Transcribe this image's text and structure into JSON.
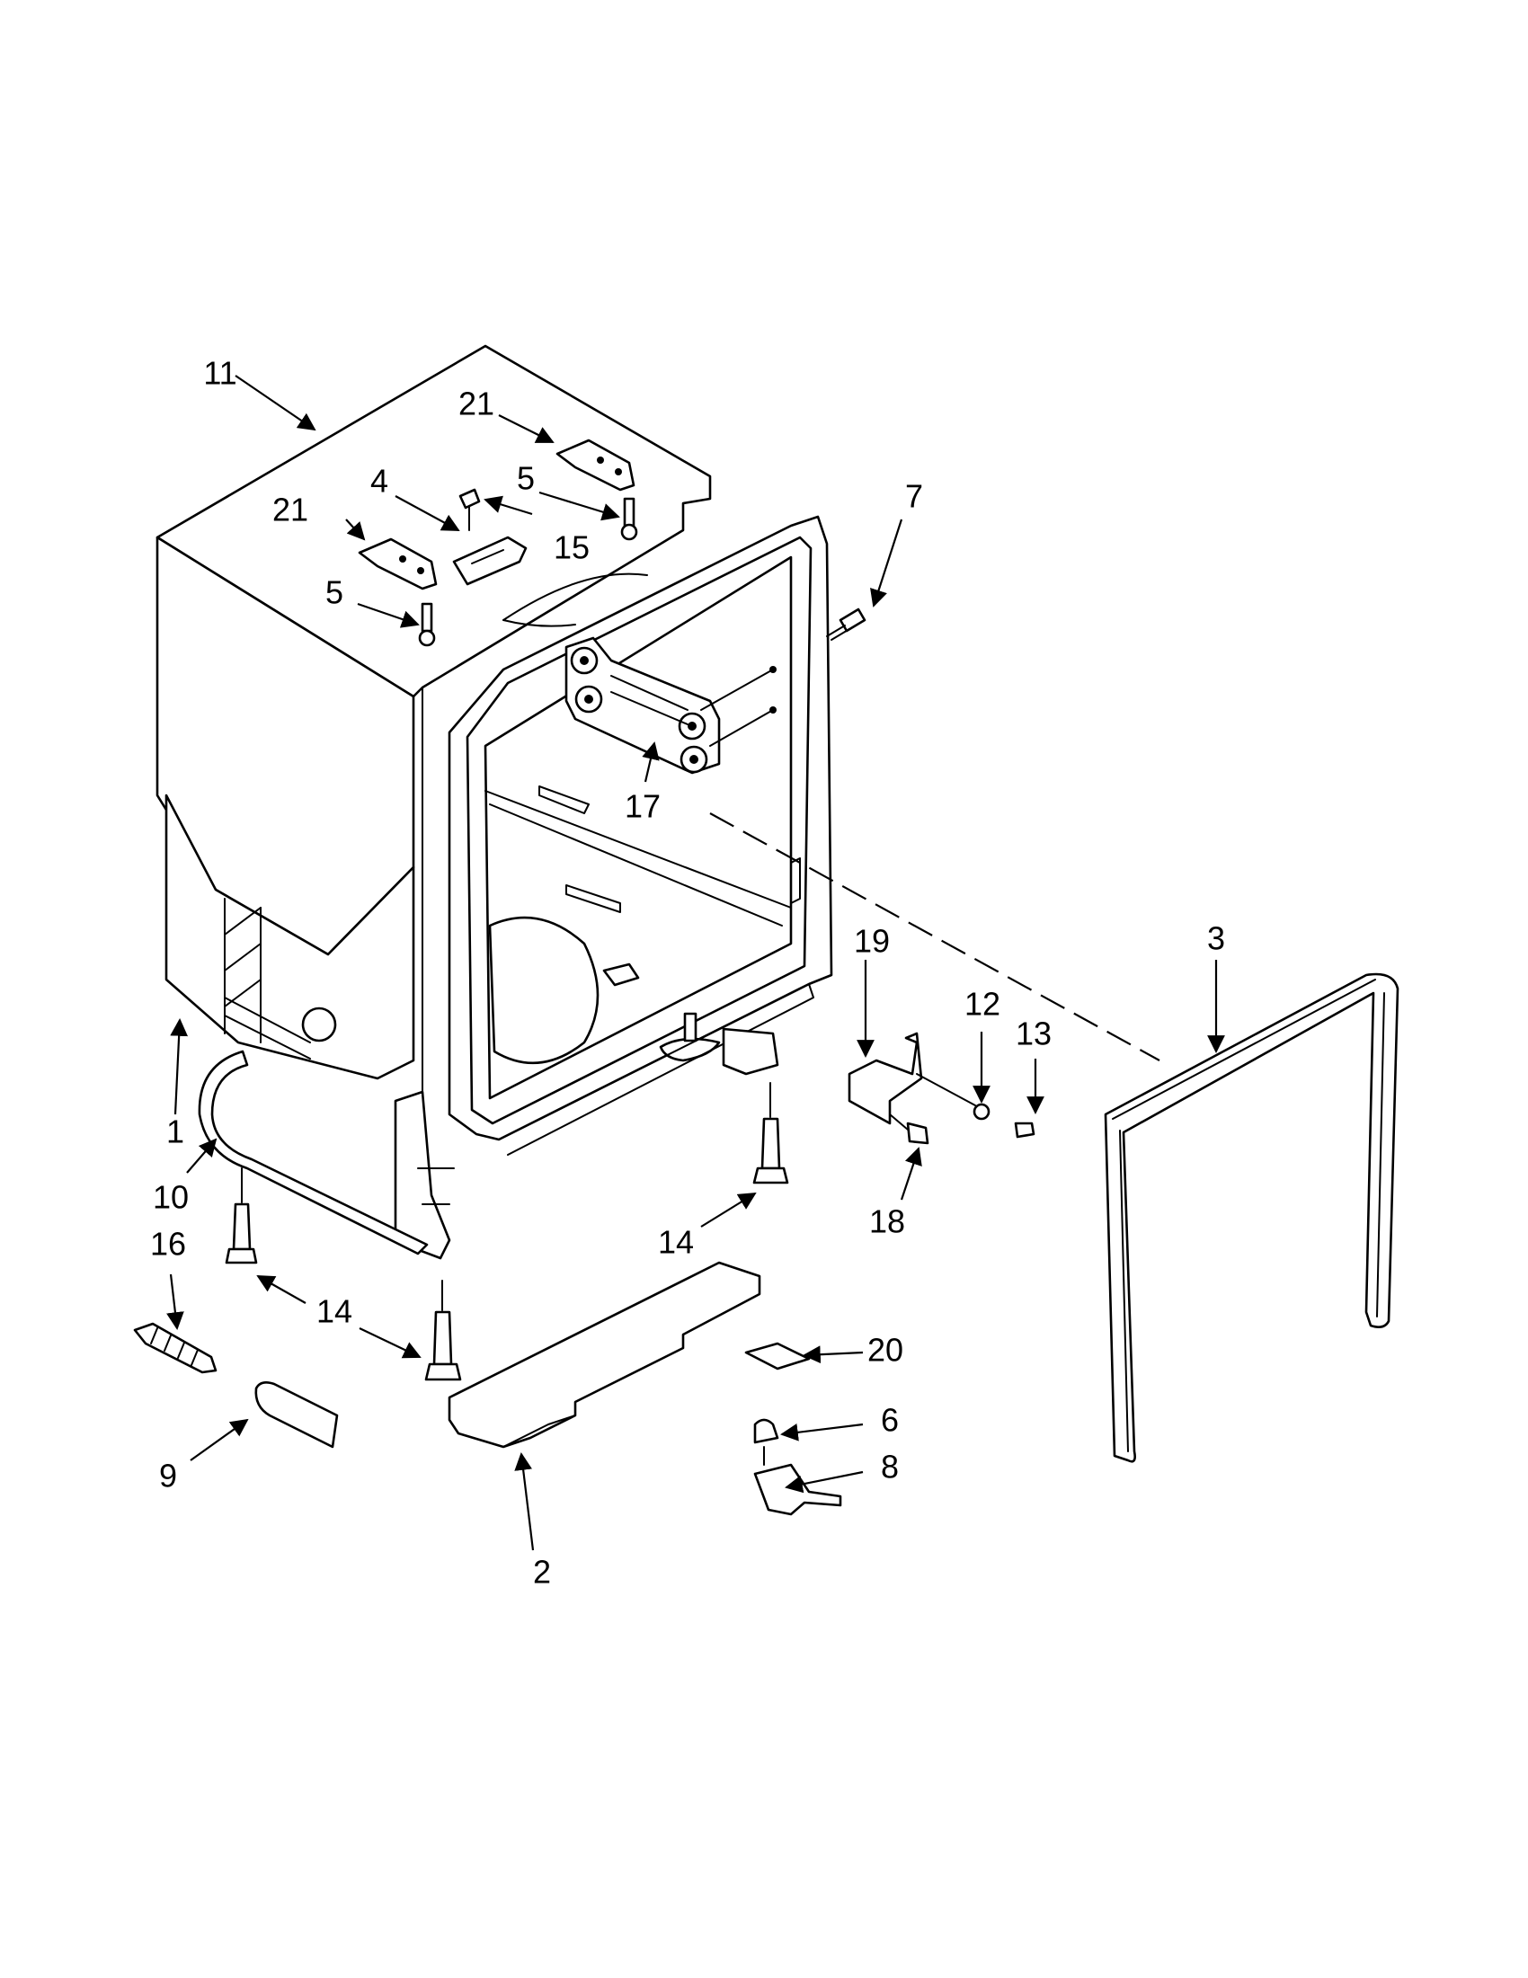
{
  "callouts": {
    "c1": "1",
    "c2": "2",
    "c3": "3",
    "c4": "4",
    "c5a": "5",
    "c5b": "5",
    "c6": "6",
    "c7": "7",
    "c8": "8",
    "c9": "9",
    "c10": "10",
    "c11": "11",
    "c12": "12",
    "c13": "13",
    "c14a": "14",
    "c14b": "14",
    "c15": "15",
    "c16": "16",
    "c17": "17",
    "c18": "18",
    "c19": "19",
    "c20": "20",
    "c21a": "21",
    "c21b": "21"
  }
}
